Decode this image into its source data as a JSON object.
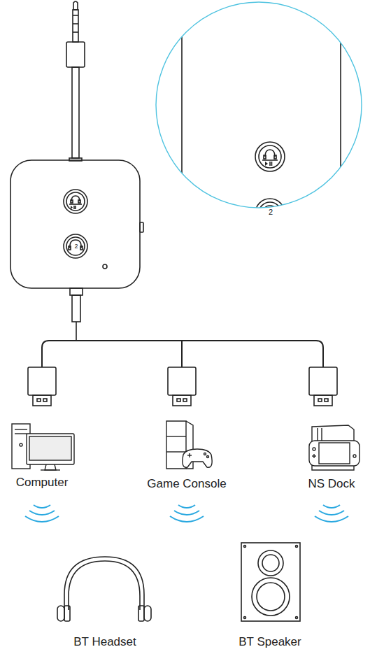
{
  "diagram": {
    "labels": [
      "2",
      "2",
      "Computer",
      "Game Console",
      "NS Dock",
      "BT Headset",
      "BT Speaker"
    ]
  }
}
